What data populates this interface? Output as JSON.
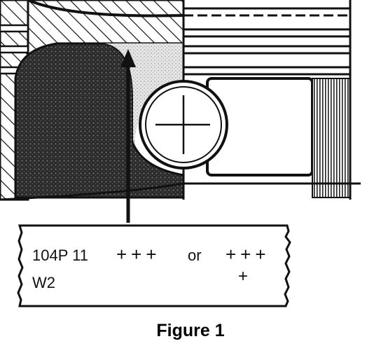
{
  "label_box": {
    "line1_code": "104P 11",
    "line1_marks_a": "+++",
    "line1_or": "or",
    "line1_marks_b": "+++",
    "line2_code": "W2",
    "line2_mark": "+"
  },
  "caption": "Figure 1",
  "colors": {
    "ink": "#111111",
    "paper": "#ffffff",
    "stipple": "#3a3a3a"
  }
}
